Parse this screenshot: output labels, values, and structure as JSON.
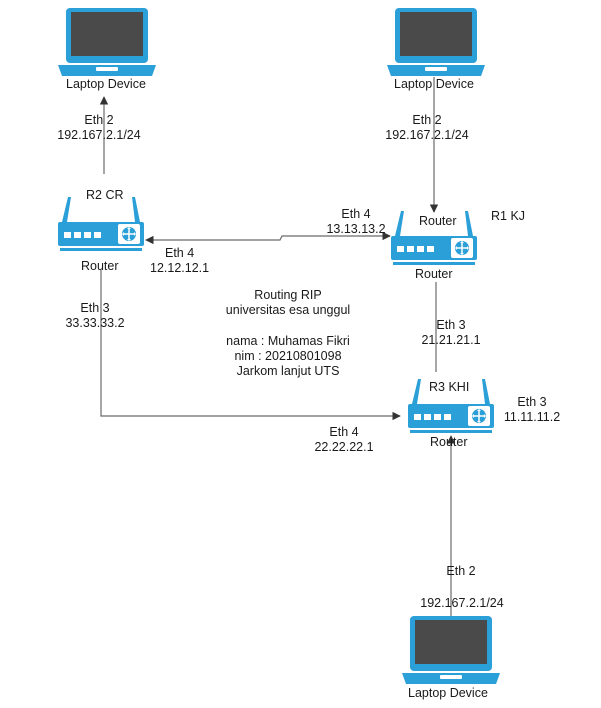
{
  "colors": {
    "device_blue": "#2a9fd8",
    "screen_dark": "#4a4a4a",
    "line": "#6b6b6b"
  },
  "laptops": [
    {
      "id": "laptop-top-left",
      "label": "Laptop Device",
      "icon": "laptop-icon"
    },
    {
      "id": "laptop-top-right",
      "label": "Laptop Device",
      "icon": "laptop-icon"
    },
    {
      "id": "laptop-bottom",
      "label": "Laptop Device",
      "icon": "laptop-icon"
    }
  ],
  "routers": [
    {
      "id": "router-r2",
      "title": "R2 CR",
      "caption": "Router",
      "icon": "router-icon"
    },
    {
      "id": "router-r1",
      "title": "R1 KJ",
      "top_caption": "Router",
      "caption": "Router",
      "icon": "router-icon"
    },
    {
      "id": "router-r3",
      "title": "R3 KHI",
      "caption": "Router",
      "icon": "router-icon"
    }
  ],
  "interfaces": {
    "r2_eth2_iface": "Eth 2",
    "r2_eth2_ip": "192.167.2.1/24",
    "r1_eth2_iface": "Eth 2",
    "r1_eth2_ip": "192.167.2.1/24",
    "r1_eth4_iface": "Eth 4",
    "r1_eth4_ip": "13.13.13.2",
    "r2_eth4_iface": "Eth 4",
    "r2_eth4_ip": "12.12.12.1",
    "r2_eth3_iface": "Eth 3",
    "r2_eth3_ip": "33.33.33.2",
    "r1_eth3_iface": "Eth 3",
    "r1_eth3_ip": "21.21.21.1",
    "r3_eth3_iface": "Eth 3",
    "r3_eth3_ip": "11.11.11.2",
    "r3_eth4_iface": "Eth 4",
    "r3_eth4_ip": "22.22.22.1",
    "r3_eth2_iface": "Eth 2",
    "r3_eth2_ip": "192.167.2.1/24"
  },
  "info": {
    "line1": "Routing RIP",
    "line2": "universitas esa unggul",
    "line3": "nama : Muhamas Fikri",
    "line4": "nim : 20210801098",
    "line5": "Jarkom lanjut UTS"
  }
}
